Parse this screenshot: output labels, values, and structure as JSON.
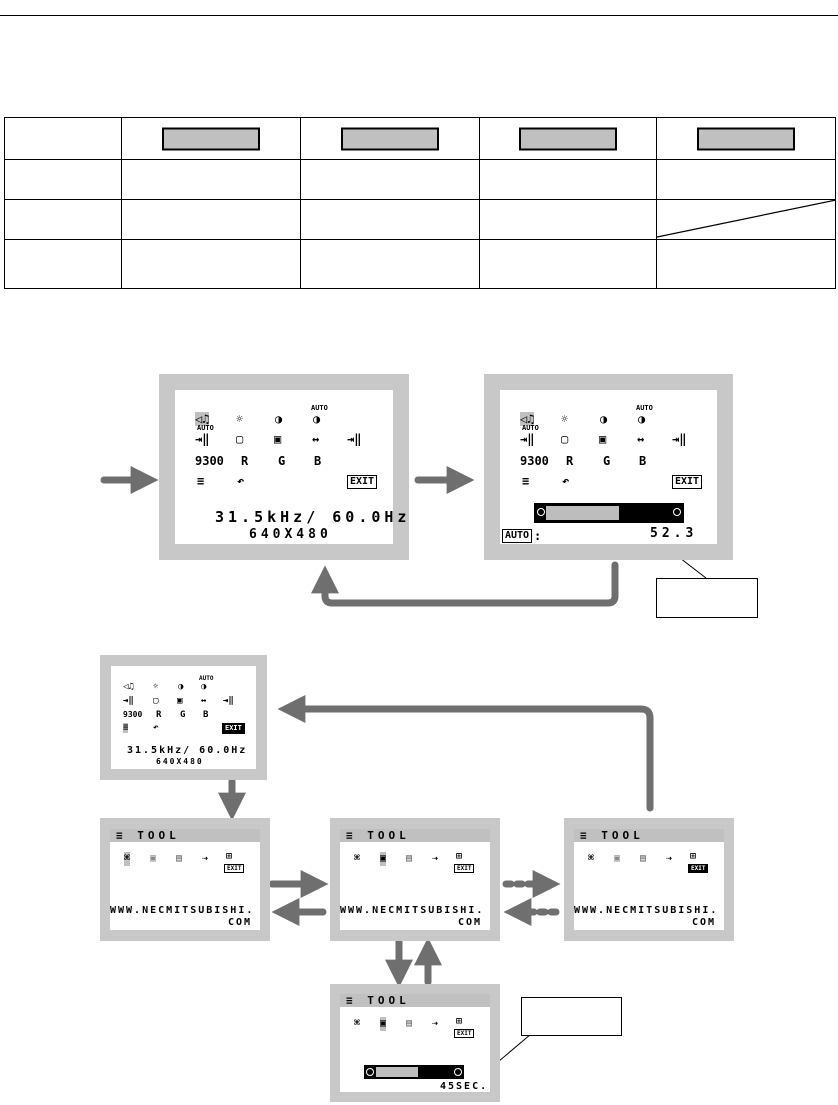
{
  "screen1": {
    "icons_row1": [
      "◁♫",
      "☼",
      "◑",
      "◑"
    ],
    "auto_tag": "AUTO",
    "icons_row2": [
      "⇥‖",
      "▢",
      "▣",
      "↔",
      "⇥‖"
    ],
    "icons_row3": [
      "9300",
      "R",
      "G",
      "B"
    ],
    "icons_row4": [
      "≡",
      "↶"
    ],
    "exit": "EXIT",
    "freq": "31.5kHz/ 60.0Hz",
    "res": "640X480"
  },
  "screen2": {
    "auto_label": "AUTO",
    "colon": ":",
    "value": "52.3",
    "bar_level": 0.58
  },
  "tool": {
    "title": "TOOL",
    "url1": "WWW.NECMITSUBISHI.",
    "url2": "COM",
    "time_value": "45SEC.",
    "time_bar_level": 0.55
  },
  "colors": {
    "frame": "#c8c8c8",
    "arrow": "#6f6f6f",
    "key": "#c0c0c0"
  }
}
